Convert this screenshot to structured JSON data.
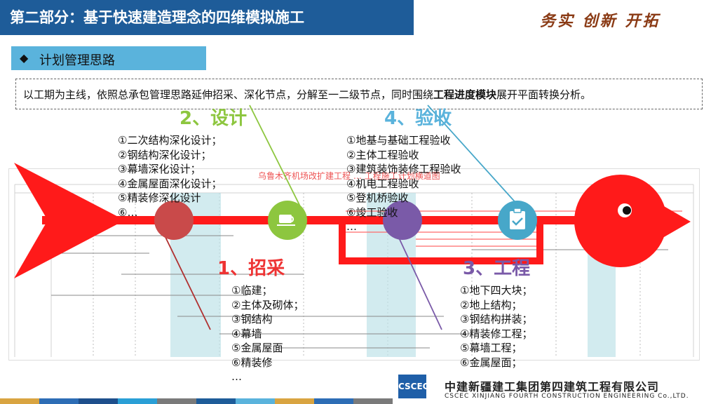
{
  "header": {
    "title": "第二部分：基于快速建造理念的四维模拟施工",
    "slogan": "务实 创新 开拓"
  },
  "section": {
    "bullet": "◆",
    "title": "计划管理思路"
  },
  "intro": {
    "text_before": "以工期为主线，依照总承包管理思路延伸招采、深化节点，分解至一二级节点，同时围绕",
    "text_bold": "工程进度模块",
    "text_after": "展开平面转换分析。"
  },
  "gantt": {
    "banner": "乌鲁木齐机场改扩建工程 … 工程施工计划横道图"
  },
  "stages": {
    "design": {
      "title": "2、设计",
      "items": [
        "①二次结构深化设计；",
        "②钢结构深化设计；",
        "③幕墙深化设计；",
        "④金属屋面深化设计；",
        "⑤精装修深化设计",
        "⑥…"
      ]
    },
    "acceptance": {
      "title": "4、验收",
      "items": [
        "①地基与基础工程验收",
        "②主体工程验收",
        "③建筑装饰装修工程验收",
        "④机电工程验收",
        "⑤登机桥验收",
        "⑥竣工验收"
      ],
      "extra": "…"
    },
    "procurement": {
      "title": "1、招采",
      "items": [
        "①临建；",
        "②主体及砌体；",
        "③钢结构",
        "④幕墙",
        "⑤金属屋面",
        "⑥精装修",
        "…"
      ]
    },
    "construction": {
      "title": "3、工程",
      "items": [
        "①地下四大块；",
        "②地上结构；",
        "③钢结构拼装；",
        "④精装修工程；",
        "⑤幕墙工程；",
        "⑥金属屋面；"
      ]
    }
  },
  "footer": {
    "logo_text": "CSCEC",
    "company_cn": "中建新疆建工集团第四建筑工程有限公司",
    "company_en": "CSCEC XINJIANG FOURTH CONSTRUCTION ENGINEERING Co.,LTD.",
    "stripe_colors": [
      "#d9a441",
      "#2d6db5",
      "#1e4f8c",
      "#2a9fd6",
      "#7a7a7a",
      "#1e5c99",
      "#5ab3dc",
      "#d9a441",
      "#2d6db5",
      "#7a7a7a"
    ]
  },
  "colors": {
    "arrow": "#ff1a1a",
    "node_procurement": "#c94a4a",
    "node_design": "#8dc63f",
    "node_acceptance": "#7a5aa8",
    "node_construction": "#47a7c9",
    "line_design": "#8dc63f",
    "line_acceptance": "#47a7c9",
    "line_procurement": "#b03030",
    "line_construction": "#7a5aa8"
  }
}
